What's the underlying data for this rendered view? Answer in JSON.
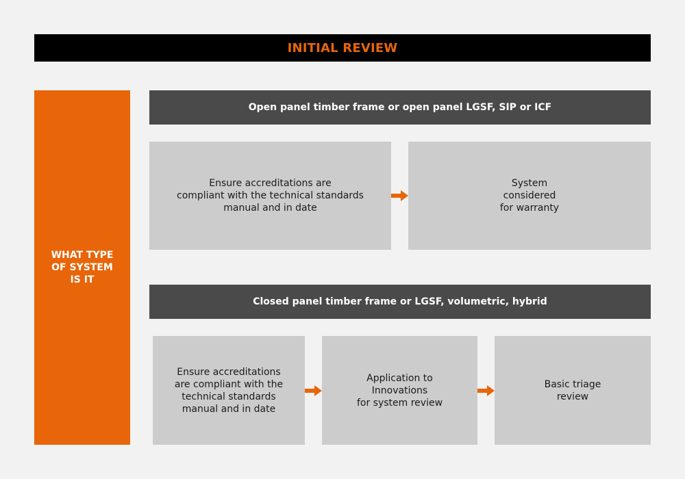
{
  "header": {
    "title": "INITIAL REVIEW"
  },
  "side": {
    "label": "WHAT TYPE\nOF SYSTEM\nIS IT"
  },
  "open_panel": {
    "title": "Open panel timber frame or open panel LGSF, SIP or ICF",
    "steps": [
      "Ensure accreditations are\ncompliant with the technical standards\nmanual and in date",
      "System\nconsidered\nfor warranty"
    ]
  },
  "closed_panel": {
    "title": "Closed panel timber frame or LGSF, volumetric, hybrid",
    "steps": [
      "Ensure accreditations\nare compliant with the\ntechnical standards\nmanual and in date",
      "Application to\nInnovations\nfor system review",
      "Basic triage\nreview"
    ]
  },
  "colors": {
    "accent": "#e8650a",
    "header_bg": "#000000",
    "section_bg": "#4a4a4a",
    "box_bg": "#cccccc",
    "page_bg": "#f2f2f2"
  },
  "icons": {
    "arrow": "arrow-right-icon"
  }
}
